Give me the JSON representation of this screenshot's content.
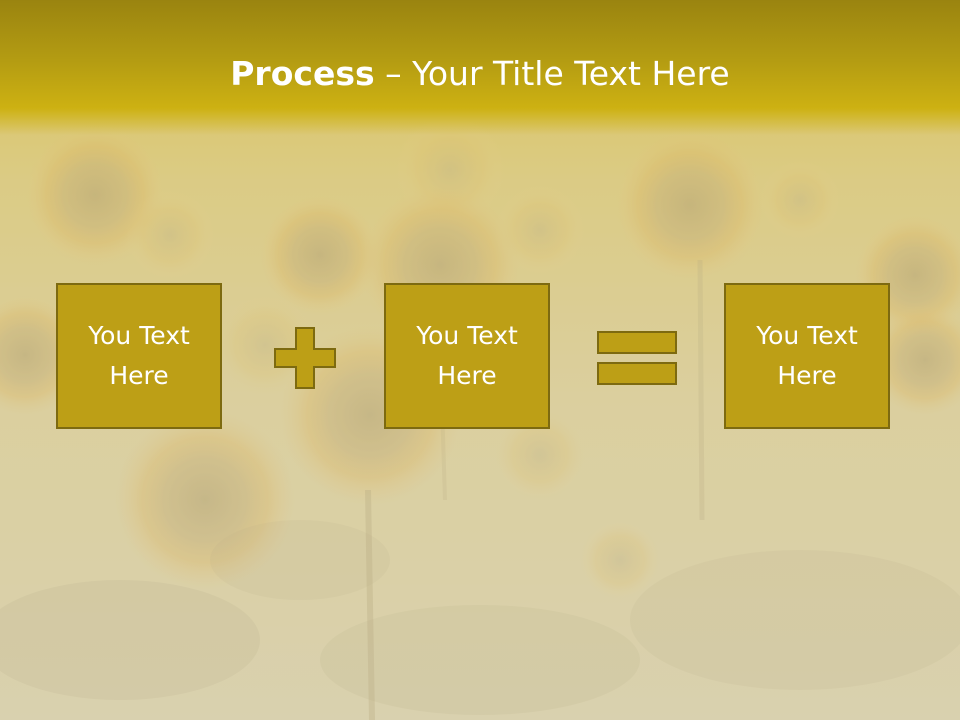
{
  "slide": {
    "title_bold": "Process",
    "title_rest": " – Your Title Text Here",
    "boxes": [
      {
        "text": "You Text Here"
      },
      {
        "text": "You Text Here"
      },
      {
        "text": "You Text Here"
      }
    ],
    "operators": [
      "plus-icon",
      "equals-icon"
    ],
    "colors": {
      "title_band": "#b49c12",
      "box_fill": "#bd9f16",
      "box_border": "#7d6a10",
      "text": "#ffffff"
    }
  }
}
